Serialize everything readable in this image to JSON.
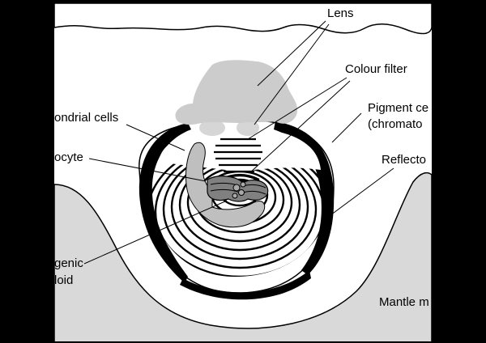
{
  "labels": {
    "lens": "Lens",
    "colour_filter": "Colour filter",
    "pigment_line1": "Pigment ce",
    "pigment_line2": "(chromato",
    "mitochondrial": "ondrial cells",
    "photocyte": "ocyte",
    "reflector": "Reflecto",
    "photogenic_line1": "genic",
    "photogenic_line2": "loid",
    "mantle": "Mantle m"
  },
  "colors": {
    "background": "#000000",
    "panel": "#ffffff",
    "tissue": "#d9d9d9",
    "lens_fill": "#cccccc",
    "photocyte_fill": "#bfbfbf",
    "organ_dark": "#808080",
    "ink": "#000000"
  }
}
